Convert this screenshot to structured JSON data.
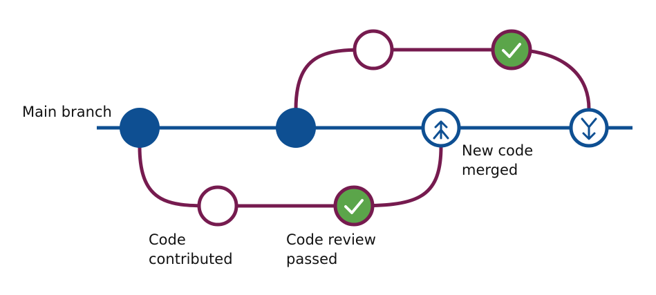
{
  "labels": {
    "main_branch": "Main branch",
    "new_code_merged": [
      "New code",
      "merged"
    ],
    "code_contributed": [
      "Code",
      "contributed"
    ],
    "code_review_passed": [
      "Code review",
      "passed"
    ]
  },
  "colors": {
    "main_line": "#0e4f92",
    "branch_line": "#761b4f",
    "commit_fill": "#0e4f92",
    "passed_fill": "#5ba54a",
    "open_fill": "#ffffff"
  },
  "icons": {
    "passed": "check-icon",
    "merge_point": "merge-arrow-icon"
  }
}
